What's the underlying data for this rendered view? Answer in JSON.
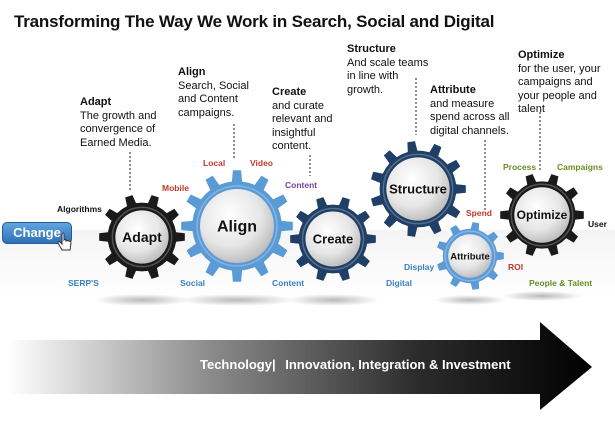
{
  "title": "Transforming The Way We Work in Search, Social and Digital",
  "change_button": "Change",
  "descriptions": {
    "adapt": {
      "heading": "Adapt",
      "body": "The growth and convergence of Earned Media."
    },
    "align": {
      "heading": "Align",
      "body": "Search, Social and Content campaigns."
    },
    "create": {
      "heading": "Create",
      "body": "and curate relevant and insightful content."
    },
    "structure": {
      "heading": "Structure",
      "body": "And scale teams in line with growth."
    },
    "attribute": {
      "heading": "Attribute",
      "body": "and measure spend across all digital channels."
    },
    "optimize": {
      "heading": "Optimize",
      "body": "for the user, your campaigns and your people and talent"
    }
  },
  "gears": {
    "adapt": "Adapt",
    "align": "Align",
    "create": "Create",
    "structure": "Structure",
    "attribute": "Attribute",
    "optimize": "Optimize"
  },
  "labels": {
    "algorithms": "Algorithms",
    "serps": "SERP'S",
    "mobile": "Mobile",
    "local": "Local",
    "video": "Video",
    "social": "Social",
    "content_top": "Content",
    "content_bottom": "Content",
    "display": "Display",
    "digital": "Digital",
    "spend": "Spend",
    "roi": "ROI",
    "process": "Process",
    "campaigns": "Campaigns",
    "user": "User",
    "people_talent": "People & Talent"
  },
  "arrow": {
    "part1": "Technology|",
    "part2": "Innovation, Integration & Investment"
  },
  "colors": {
    "black_gear": "#1a1a1a",
    "light_blue_gear": "#5b9bd5",
    "dark_blue_gear": "#1f3f66",
    "label_red": "#c0392b",
    "label_purple": "#7b3f9a",
    "label_blue": "#3a7fc4",
    "label_green": "#6b8e23"
  }
}
